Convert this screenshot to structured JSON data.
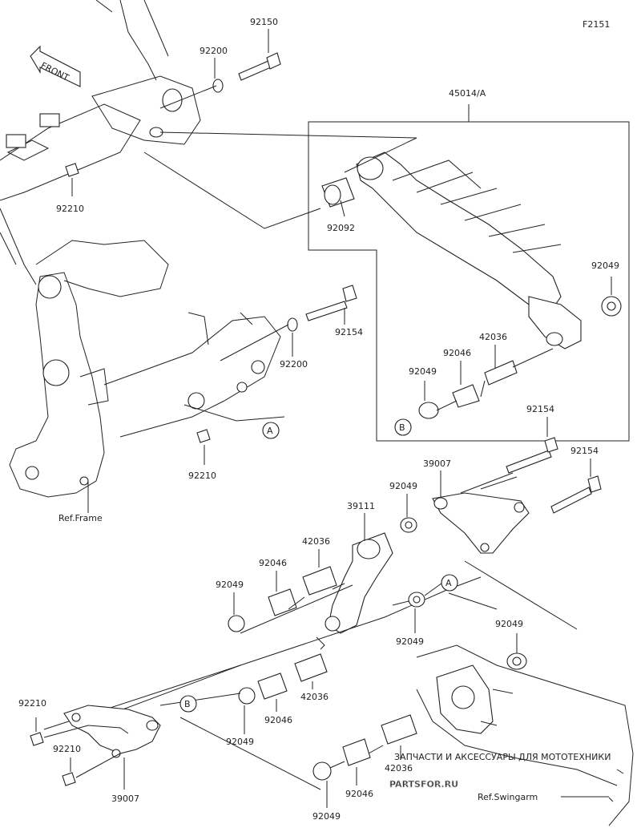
{
  "figure_code": "F2151",
  "front_label": "FRONT",
  "labels": {
    "p92150": "92150",
    "p92200_top": "92200",
    "p45014": "45014/A",
    "p92210_top": "92210",
    "p92092": "92092",
    "p92049_shock": "92049",
    "p42036_shock": "42036",
    "p92046_shock": "92046",
    "p92049_shock_b": "92049",
    "p92154_mid": "92154",
    "p92200_mid": "92200",
    "p92210_mid": "92210",
    "ref_frame": "Ref.Frame",
    "p92154_r1": "92154",
    "p92154_r2": "92154",
    "p39007_top": "39007",
    "p92049_rod": "92049",
    "p39111": "39111",
    "p42036_mid": "42036",
    "p92046_mid": "92046",
    "p92049_left": "92049",
    "p92049_a": "92049",
    "p92049_swing": "92049",
    "p42036_low": "42036",
    "p92046_low": "92046",
    "p92049_low": "92049",
    "p92210_bl1": "92210",
    "p92210_bl2": "92210",
    "p39007_bottom": "39007",
    "p42036_bottom": "42036",
    "p92046_bottom": "92046",
    "p92049_bottom": "92049",
    "ref_swingarm": "Ref.Swingarm"
  },
  "callouts": {
    "a": "A",
    "b": "B"
  },
  "watermark": {
    "caption": "ЗАПЧАСТИ И АКСЕССУАРЫ ДЛЯ МОТОТЕХНИКИ",
    "brand": "PARTSFOR.RU"
  }
}
